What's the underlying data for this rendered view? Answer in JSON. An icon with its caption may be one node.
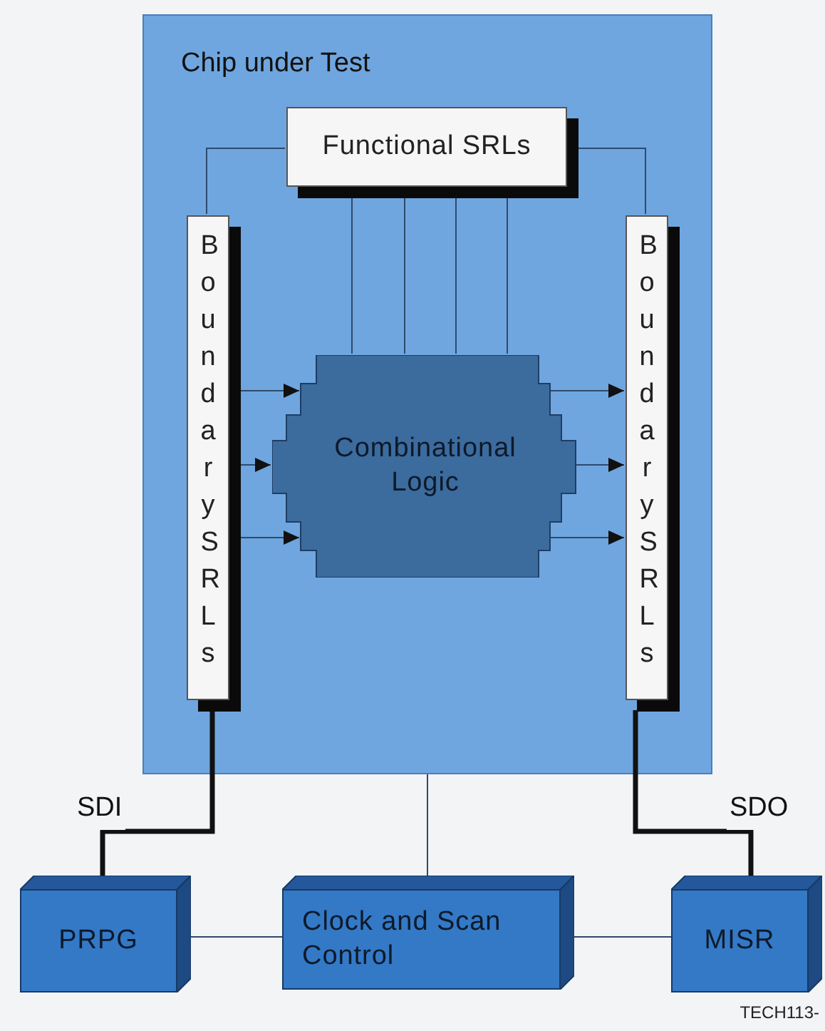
{
  "diagram": {
    "nodes": [
      {
        "text": [
          "Chip under Test"
        ]
      },
      {
        "text": [
          "Functional SRLs"
        ],
        "in": 0
      },
      {
        "text": [
          "Boundary SRLs"
        ],
        "in": 0
      },
      {
        "text": [
          "Combinational Logic"
        ],
        "in": 0
      },
      {
        "text": [
          "Boundary SRLs"
        ],
        "in": 0
      },
      {
        "text": [
          "PRPG"
        ]
      },
      {
        "text": [
          "Clock and Scan Control"
        ]
      },
      {
        "text": [
          "MISR"
        ]
      }
    ],
    "edges": [
      {
        "from": 1,
        "to": 2,
        "arrow": "none"
      },
      {
        "from": 1,
        "to": 4,
        "arrow": "none"
      },
      {
        "from": 1,
        "to": 3,
        "arrow": "none"
      },
      {
        "from": 1,
        "to": 3,
        "arrow": "none"
      },
      {
        "from": 1,
        "to": 3,
        "arrow": "none"
      },
      {
        "from": 1,
        "to": 3,
        "arrow": "none"
      },
      {
        "from": 2,
        "to": 3,
        "arrow": "to"
      },
      {
        "from": 2,
        "to": 3,
        "arrow": "to"
      },
      {
        "from": 2,
        "to": 3,
        "arrow": "to"
      },
      {
        "from": 3,
        "to": 4,
        "arrow": "to"
      },
      {
        "from": 3,
        "to": 4,
        "arrow": "to"
      },
      {
        "from": 3,
        "to": 4,
        "arrow": "to"
      },
      {
        "from": 5,
        "to": 2,
        "arrow": "none",
        "label": "SDI",
        "style": "thick",
        "color": "#111111"
      },
      {
        "from": 4,
        "to": 7,
        "arrow": "none",
        "label": "SDO",
        "style": "thick",
        "color": "#111111"
      },
      {
        "from": 0,
        "to": 6,
        "arrow": "none"
      },
      {
        "from": 5,
        "to": 6,
        "arrow": "none"
      },
      {
        "from": 6,
        "to": 7,
        "arrow": "none"
      }
    ],
    "labels": [
      "TECH113-"
    ]
  }
}
